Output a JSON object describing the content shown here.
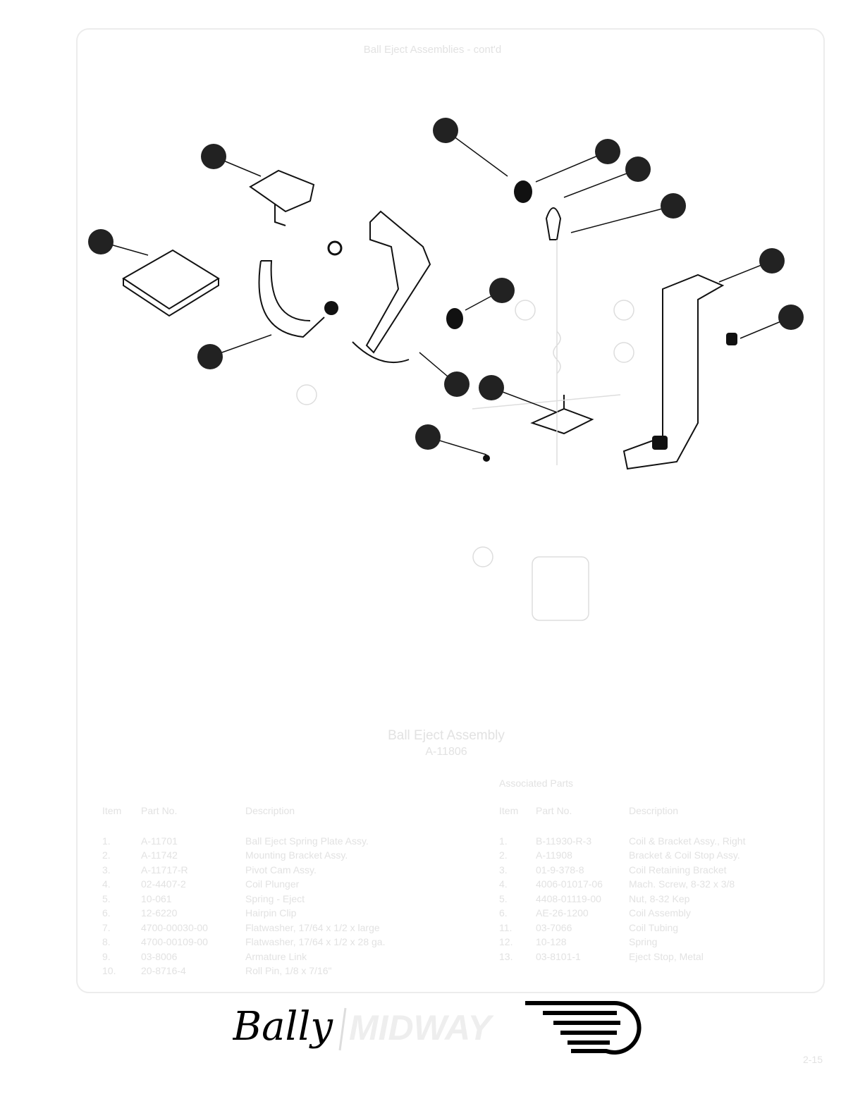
{
  "header": {
    "title": "Ball Eject Assemblies - cont'd"
  },
  "figure": {
    "caption": "Ball Eject Assembly",
    "part_no": "A-11806"
  },
  "parts_table": {
    "headers": [
      "Item",
      "Part No.",
      "Description"
    ],
    "rows": [
      [
        "1.",
        "A-11701",
        "Ball Eject Spring Plate Assy."
      ],
      [
        "2.",
        "A-11742",
        "Mounting Bracket Assy."
      ],
      [
        "3.",
        "A-11717-R",
        "Pivot Cam Assy."
      ],
      [
        "4.",
        "02-4407-2",
        "Coil Plunger"
      ],
      [
        "5.",
        "10-061",
        "Spring - Eject"
      ],
      [
        "6.",
        "12-6220",
        "Hairpin Clip"
      ],
      [
        "7.",
        "4700-00030-00",
        "Flatwasher, 17/64 x 1/2 x large"
      ],
      [
        "8.",
        "4700-00109-00",
        "Flatwasher, 17/64 x 1/2 x 28 ga."
      ],
      [
        "9.",
        "03-8006",
        "Armature Link"
      ],
      [
        "10.",
        "20-8716-4",
        "Roll Pin, 1/8 x 7/16\""
      ]
    ]
  },
  "associated_parts": {
    "title": "Associated Parts",
    "headers": [
      "Item",
      "Part No.",
      "Description"
    ],
    "rows": [
      [
        "1.",
        "B-11930-R-3",
        "Coil & Bracket Assy., Right"
      ],
      [
        "2.",
        "A-11908",
        "Bracket & Coil Stop Assy."
      ],
      [
        "3.",
        "01-9-378-8",
        "Coil Retaining Bracket"
      ],
      [
        "4.",
        "4006-01017-06",
        "Mach. Screw, 8-32 x 3/8"
      ],
      [
        "5.",
        "4408-01119-00",
        "Nut, 8-32 Kep"
      ],
      [
        "6.",
        "AE-26-1200",
        "Coil Assembly"
      ],
      [
        "11.",
        "03-7066",
        "Coil Tubing"
      ],
      [
        "12.",
        "10-128",
        "Spring"
      ],
      [
        "13.",
        "03-8101-1",
        "Eject Stop, Metal"
      ]
    ]
  },
  "footer": {
    "logo_text": "Bally MIDWAY",
    "page_number": "2-15"
  }
}
